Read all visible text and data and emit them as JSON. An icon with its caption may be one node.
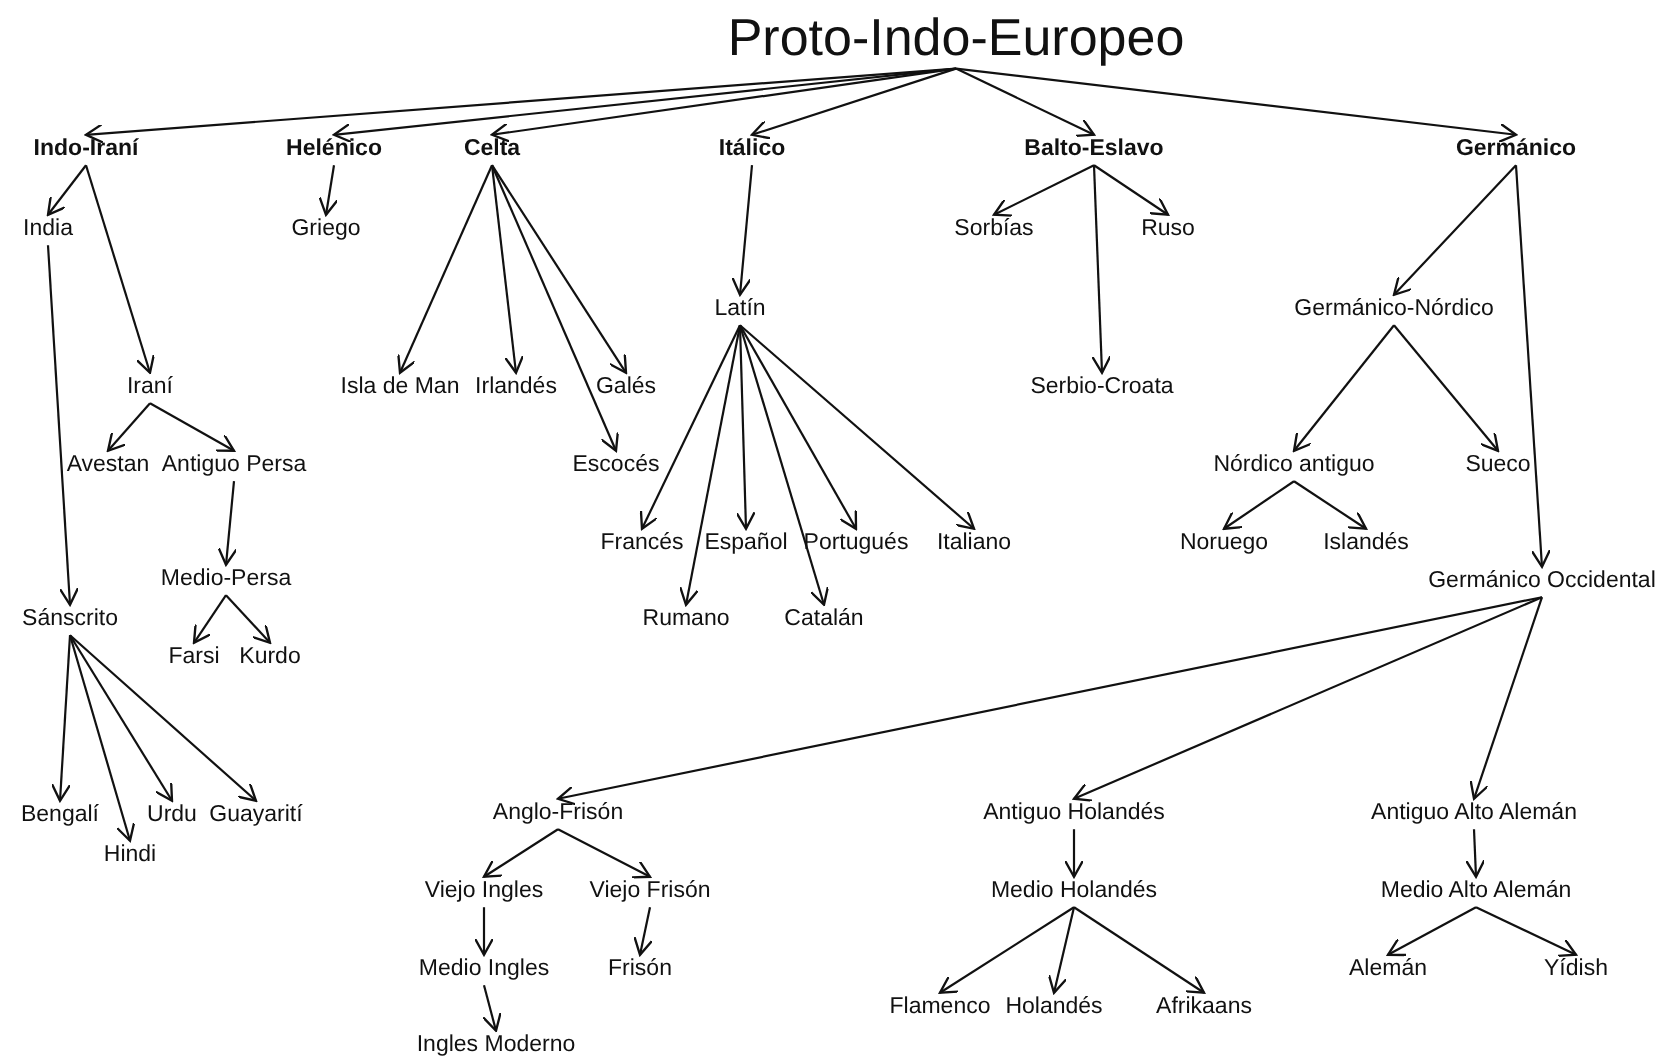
{
  "diagram": {
    "nodes": [
      {
        "text": [
          "Proto-Indo-Europeo"
        ]
      },
      {
        "text": [
          "Indo-Iraní"
        ]
      },
      {
        "text": [
          "Helénico"
        ]
      },
      {
        "text": [
          "Celta"
        ]
      },
      {
        "text": [
          "Itálico"
        ]
      },
      {
        "text": [
          "Balto-Eslavo"
        ]
      },
      {
        "text": [
          "Germánico"
        ]
      },
      {
        "text": [
          "India"
        ]
      },
      {
        "text": [
          "Griego"
        ]
      },
      {
        "text": [
          "Sorbías"
        ]
      },
      {
        "text": [
          "Ruso"
        ]
      },
      {
        "text": [
          "Latín"
        ]
      },
      {
        "text": [
          "Germánico-Nórdico"
        ]
      },
      {
        "text": [
          "Iraní"
        ]
      },
      {
        "text": [
          "Isla de Man"
        ]
      },
      {
        "text": [
          "Irlandés"
        ]
      },
      {
        "text": [
          "Galés"
        ]
      },
      {
        "text": [
          "Serbio-Croata"
        ]
      },
      {
        "text": [
          "Avestan"
        ]
      },
      {
        "text": [
          "Antiguo Persa"
        ]
      },
      {
        "text": [
          "Escocés"
        ]
      },
      {
        "text": [
          "Nórdico antiguo"
        ]
      },
      {
        "text": [
          "Sueco"
        ]
      },
      {
        "text": [
          "Francés"
        ]
      },
      {
        "text": [
          "Español"
        ]
      },
      {
        "text": [
          "Portugués"
        ]
      },
      {
        "text": [
          "Italiano"
        ]
      },
      {
        "text": [
          "Noruego"
        ]
      },
      {
        "text": [
          "Islandés"
        ]
      },
      {
        "text": [
          "Medio-Persa"
        ]
      },
      {
        "text": [
          "Germánico Occidental"
        ]
      },
      {
        "text": [
          "Sánscrito"
        ]
      },
      {
        "text": [
          "Rumano"
        ]
      },
      {
        "text": [
          "Catalán"
        ]
      },
      {
        "text": [
          "Farsi"
        ]
      },
      {
        "text": [
          "Kurdo"
        ]
      },
      {
        "text": [
          "Bengalí"
        ]
      },
      {
        "text": [
          "Urdu"
        ]
      },
      {
        "text": [
          "Guayarití"
        ]
      },
      {
        "text": [
          "Anglo-Frisón"
        ]
      },
      {
        "text": [
          "Antiguo Holandés"
        ]
      },
      {
        "text": [
          "Antiguo Alto Alemán"
        ]
      },
      {
        "text": [
          "Hindi"
        ]
      },
      {
        "text": [
          "Viejo Ingles"
        ]
      },
      {
        "text": [
          "Viejo Frisón"
        ]
      },
      {
        "text": [
          "Medio Holandés"
        ]
      },
      {
        "text": [
          "Medio Alto Alemán"
        ]
      },
      {
        "text": [
          "Medio Ingles"
        ]
      },
      {
        "text": [
          "Frisón"
        ]
      },
      {
        "text": [
          "Alemán"
        ]
      },
      {
        "text": [
          "Yídish"
        ]
      },
      {
        "text": [
          "Flamenco"
        ]
      },
      {
        "text": [
          "Holandés"
        ]
      },
      {
        "text": [
          "Afrikaans"
        ]
      },
      {
        "text": [
          "Ingles Moderno"
        ]
      }
    ],
    "edges": [
      {
        "from": 0,
        "to": 1,
        "arrow": "to"
      },
      {
        "from": 0,
        "to": 2,
        "arrow": "to"
      },
      {
        "from": 0,
        "to": 3,
        "arrow": "to"
      },
      {
        "from": 0,
        "to": 4,
        "arrow": "to"
      },
      {
        "from": 0,
        "to": 5,
        "arrow": "to"
      },
      {
        "from": 0,
        "to": 6,
        "arrow": "to"
      },
      {
        "from": 1,
        "to": 7,
        "arrow": "to"
      },
      {
        "from": 1,
        "to": 13,
        "arrow": "to"
      },
      {
        "from": 2,
        "to": 8,
        "arrow": "to"
      },
      {
        "from": 3,
        "to": 14,
        "arrow": "to"
      },
      {
        "from": 3,
        "to": 15,
        "arrow": "to"
      },
      {
        "from": 3,
        "to": 20,
        "arrow": "to"
      },
      {
        "from": 3,
        "to": 16,
        "arrow": "to"
      },
      {
        "from": 4,
        "to": 11,
        "arrow": "to"
      },
      {
        "from": 5,
        "to": 9,
        "arrow": "to"
      },
      {
        "from": 5,
        "to": 17,
        "arrow": "to"
      },
      {
        "from": 5,
        "to": 10,
        "arrow": "to"
      },
      {
        "from": 6,
        "to": 12,
        "arrow": "to"
      },
      {
        "from": 6,
        "to": 30,
        "arrow": "to"
      },
      {
        "from": 7,
        "to": 31,
        "arrow": "to"
      },
      {
        "from": 13,
        "to": 18,
        "arrow": "to"
      },
      {
        "from": 13,
        "to": 19,
        "arrow": "to"
      },
      {
        "from": 19,
        "to": 29,
        "arrow": "to"
      },
      {
        "from": 29,
        "to": 34,
        "arrow": "to"
      },
      {
        "from": 29,
        "to": 35,
        "arrow": "to"
      },
      {
        "from": 31,
        "to": 36,
        "arrow": "to"
      },
      {
        "from": 31,
        "to": 42,
        "arrow": "to"
      },
      {
        "from": 31,
        "to": 37,
        "arrow": "to"
      },
      {
        "from": 31,
        "to": 38,
        "arrow": "to"
      },
      {
        "from": 11,
        "to": 23,
        "arrow": "to"
      },
      {
        "from": 11,
        "to": 32,
        "arrow": "to"
      },
      {
        "from": 11,
        "to": 24,
        "arrow": "to"
      },
      {
        "from": 11,
        "to": 33,
        "arrow": "to"
      },
      {
        "from": 11,
        "to": 25,
        "arrow": "to"
      },
      {
        "from": 11,
        "to": 26,
        "arrow": "to"
      },
      {
        "from": 12,
        "to": 21,
        "arrow": "to"
      },
      {
        "from": 12,
        "to": 22,
        "arrow": "to"
      },
      {
        "from": 21,
        "to": 27,
        "arrow": "to"
      },
      {
        "from": 21,
        "to": 28,
        "arrow": "to"
      },
      {
        "from": 30,
        "to": 39,
        "arrow": "to"
      },
      {
        "from": 30,
        "to": 40,
        "arrow": "to"
      },
      {
        "from": 30,
        "to": 41,
        "arrow": "to"
      },
      {
        "from": 39,
        "to": 43,
        "arrow": "to"
      },
      {
        "from": 39,
        "to": 44,
        "arrow": "to"
      },
      {
        "from": 43,
        "to": 47,
        "arrow": "to"
      },
      {
        "from": 47,
        "to": 54,
        "arrow": "to"
      },
      {
        "from": 44,
        "to": 48,
        "arrow": "to"
      },
      {
        "from": 40,
        "to": 45,
        "arrow": "to"
      },
      {
        "from": 45,
        "to": 51,
        "arrow": "to"
      },
      {
        "from": 45,
        "to": 52,
        "arrow": "to"
      },
      {
        "from": 45,
        "to": 53,
        "arrow": "to"
      },
      {
        "from": 41,
        "to": 46,
        "arrow": "to"
      },
      {
        "from": 46,
        "to": 49,
        "arrow": "to"
      },
      {
        "from": 46,
        "to": 50,
        "arrow": "to"
      }
    ]
  }
}
